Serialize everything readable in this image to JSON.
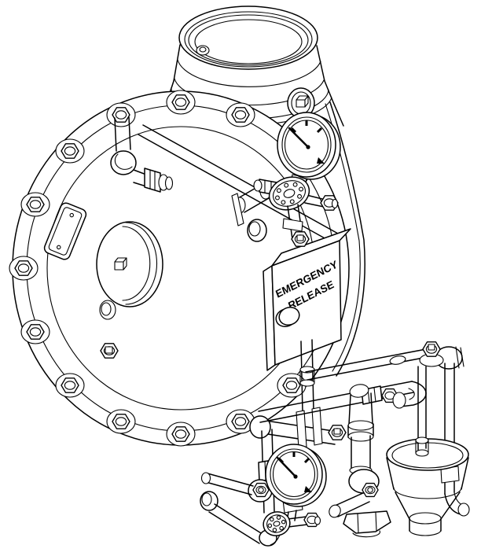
{
  "page": {
    "background_color": "#ffffff",
    "line_color": "#000000"
  },
  "drawing": {
    "type": "isometric-technical-line-drawing",
    "subject": "deluge-valve-assembly-with-trim-piping",
    "labels": {
      "emergency_release": {
        "line1": "EMERGENCY",
        "line2": "RELEASE"
      }
    },
    "components": [
      "grooved-outlet-neck",
      "valve-body",
      "bolted-cover-ring",
      "cover-nameplate",
      "cover-center-cap",
      "upper-pressure-gauge",
      "gauge-manifold-flange",
      "emergency-release-box",
      "emergency-release-button",
      "drain-manifold-piping",
      "lower-pressure-gauge",
      "ball-valve-lever",
      "alarm-test-valve",
      "drip-funnel",
      "drain-drop-pipes"
    ]
  }
}
